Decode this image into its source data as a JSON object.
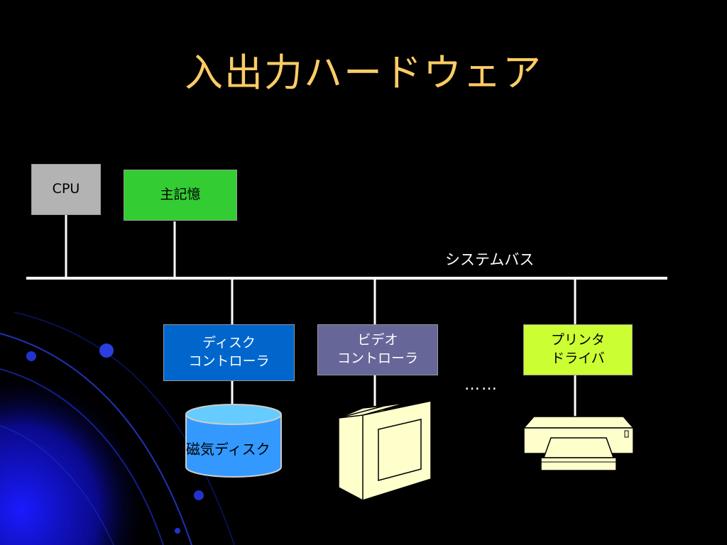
{
  "title": "入出力ハードウェア",
  "colors": {
    "title": "#ffcc66",
    "line": "#ffffff",
    "cpu": "#b3b3b3",
    "memory": "#33cc33",
    "disk_controller": "#0066cc",
    "video_controller": "#666699",
    "printer_driver": "#ccff33",
    "disk": "#3399ff",
    "device": "#ffffcc"
  },
  "bus_label": "システムバス",
  "boxes": {
    "cpu": "CPU",
    "memory": "主記憶",
    "disk_controller": [
      "ディスク",
      "コントローラ"
    ],
    "video_controller": [
      "ビデオ",
      "コントローラ"
    ],
    "printer_driver": [
      "プリンタ",
      "ドライバ"
    ]
  },
  "disk_label": "磁気ディスク",
  "ellipsis": "……"
}
